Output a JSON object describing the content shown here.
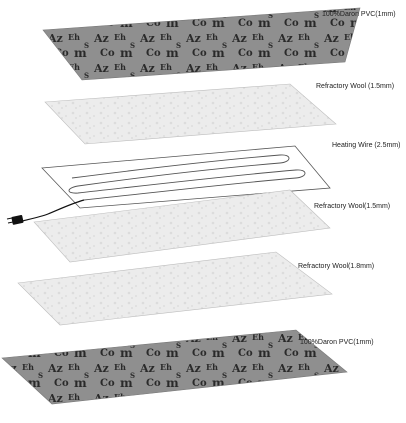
{
  "colors": {
    "pvc_base": "#8f8f8f",
    "pvc_glyph": "#2c2c2c",
    "pvc_glyph_light": "#d6d6d6",
    "wool": "#ececec",
    "wool_edge": "#bdbdbd",
    "wire": "#555555",
    "cable": "#111111",
    "text": "#222222"
  },
  "layers": [
    {
      "id": "top-pvc",
      "kind": "pvc",
      "label": "100%Daron PVC(1mm)"
    },
    {
      "id": "wool-1",
      "kind": "wool",
      "label": "Refractory Wool (1.5mm)"
    },
    {
      "id": "heating-wire",
      "kind": "wire",
      "label": "Heating Wire (2.5mm)"
    },
    {
      "id": "wool-2",
      "kind": "wool",
      "label": "Refractory Wool(1.5mm)"
    },
    {
      "id": "wool-3",
      "kind": "wool",
      "label": "Refractory Wool(1.8mm)"
    },
    {
      "id": "bottom-pvc",
      "kind": "pvc",
      "label": "100%Daron PVC(1mm)"
    }
  ]
}
